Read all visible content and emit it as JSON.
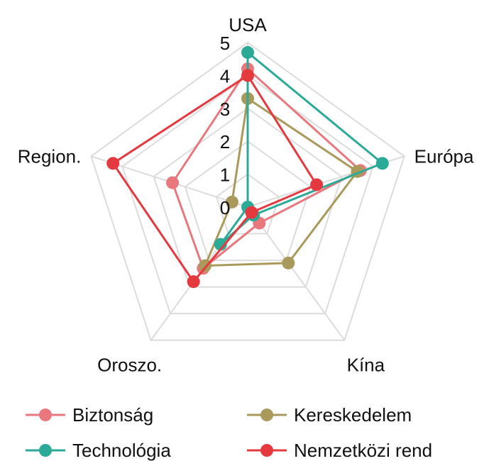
{
  "chart_data": {
    "type": "radar",
    "categories": [
      "USA",
      "Európa",
      "Kína",
      "Oroszo.",
      "Region."
    ],
    "rlim": [
      0,
      5
    ],
    "r_ticks": [
      "0",
      "1",
      "2",
      "3",
      "4",
      "5"
    ],
    "grid": true,
    "legend_position": "bottom",
    "series": [
      {
        "name": "Biztonság",
        "color": "#E8787E",
        "values": [
          4.2,
          3.6,
          0.6,
          2.3,
          2.4
        ]
      },
      {
        "name": "Kereskedelem",
        "color": "#A99A5C",
        "values": [
          3.3,
          3.5,
          2.1,
          2.2,
          0.5
        ]
      },
      {
        "name": "Technológia",
        "color": "#2BAA98",
        "values": [
          4.7,
          4.3,
          0.3,
          1.4,
          0.0
        ]
      },
      {
        "name": "Nemzetközi rend",
        "color": "#E53940",
        "values": [
          4.0,
          2.2,
          0.2,
          2.8,
          4.3
        ]
      }
    ]
  }
}
